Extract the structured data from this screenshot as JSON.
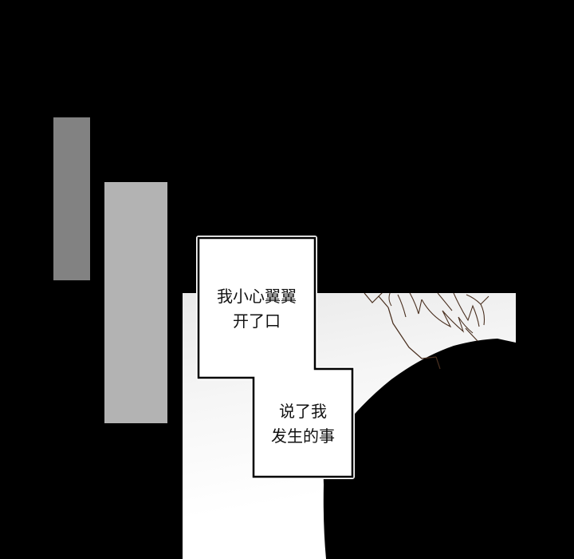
{
  "scene": {
    "type": "manga/webtoon panel",
    "background_color": "#000000"
  },
  "decorative_bars": [
    {
      "name": "dark-gray-bar",
      "color": "#828282"
    },
    {
      "name": "light-gray-bar",
      "color": "#b3b3b3"
    }
  ],
  "panel": {
    "description": "Illustrated panel showing a person with messy light hair, head bowed, dark clothing silhouette",
    "line_color": "#5a3a2a"
  },
  "captions": [
    {
      "lines": [
        "我小心翼翼",
        "开了口"
      ]
    },
    {
      "lines": [
        "说了我",
        "发生的事"
      ]
    }
  ]
}
